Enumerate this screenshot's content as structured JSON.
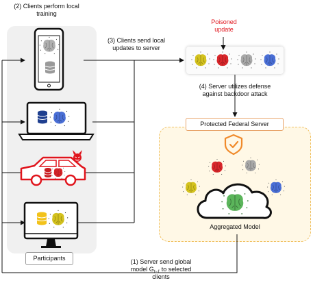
{
  "labels": {
    "local_training": [
      "(2) Clients perform local",
      "training"
    ],
    "send_updates": [
      "(3) Clients send local",
      "updates to server"
    ],
    "poisoned": [
      "Poisoned",
      "update"
    ],
    "defense": [
      "(4) Server utilizes defense",
      "against backdoor attack"
    ],
    "server_title": "Protected Federal Server",
    "aggregated": "Aggregated Model",
    "participants": "Participants",
    "send_global": [
      "(1) Server send global",
      "model G",
      "t−1",
      " to selected",
      "clients"
    ]
  },
  "colors": {
    "poison_red": "#e0141c",
    "model_yellow": "#d4c21e",
    "model_red": "#d9262a",
    "model_gray": "#a8a8a8",
    "model_blue": "#4a6fd6",
    "model_green": "#5bb55b",
    "shield_orange": "#f08a2a",
    "server_border": "#f0c060",
    "db_blue": "#1f3f8f",
    "db_yellow": "#f2c21a"
  },
  "participants": [
    {
      "device": "smartphone",
      "model": "gray-brain",
      "data": "gray-database"
    },
    {
      "device": "laptop",
      "model": "blue-brain",
      "data": "blue-database"
    },
    {
      "device": "car",
      "model": "red-brain",
      "data": "red-database",
      "attacker": "devil-icon"
    },
    {
      "device": "monitor",
      "model": "yellow-brain",
      "data": "yellow-database"
    }
  ],
  "updates": [
    "yellow-brain",
    "red-brain",
    "gray-brain",
    "blue-brain"
  ]
}
